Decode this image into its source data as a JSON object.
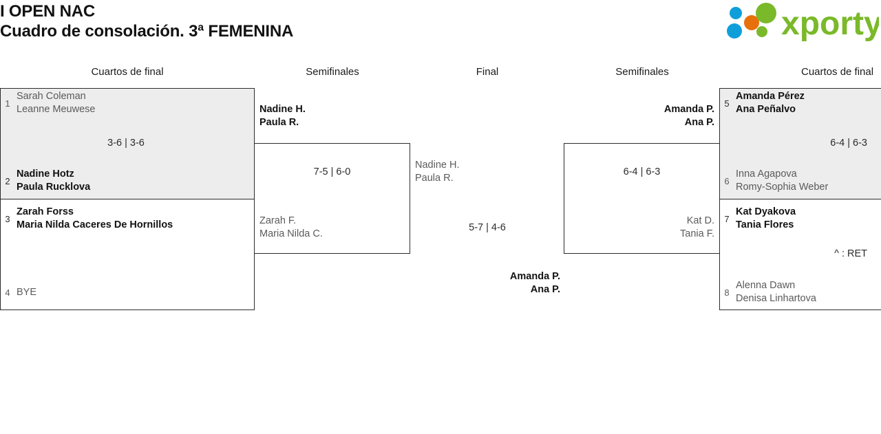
{
  "header": {
    "title_line1": "I OPEN NAC",
    "title_line2": "Cuadro de consolación. 3ª FEMENINA",
    "logo_text": "xporty",
    "logo_colors": {
      "green": "#7AB929",
      "blue": "#0E9FDB",
      "orange": "#E8700A"
    }
  },
  "rounds": [
    {
      "label": "Cuartos de final"
    },
    {
      "label": "Semifinales"
    },
    {
      "label": "Final"
    },
    {
      "label": "Semifinales"
    },
    {
      "label": "Cuartos de final"
    }
  ],
  "bracket": {
    "left_quarterfinals": [
      {
        "top": {
          "seed": "1",
          "player1": "Sarah Coleman",
          "player2": "Leanne Meuwese",
          "result": "loser"
        },
        "bottom": {
          "seed": "2",
          "player1": "Nadine Hotz",
          "player2": "Paula Rucklova",
          "result": "winner"
        },
        "score": "3-6 | 3-6"
      },
      {
        "top": {
          "seed": "3",
          "player1": "Zarah Forss",
          "player2": "Maria Nilda Caceres De Hornillos",
          "result": "winner"
        },
        "bottom": {
          "seed": "4",
          "player1": "BYE",
          "player2": "",
          "result": "loser"
        },
        "score": ""
      }
    ],
    "left_semifinal": {
      "top": {
        "player1": "Nadine H.",
        "player2": "Paula R.",
        "result": "winner"
      },
      "bottom": {
        "player1": "Zarah F.",
        "player2": "Maria Nilda C.",
        "result": "loser"
      },
      "score": "7-5 | 6-0"
    },
    "final": {
      "left": {
        "player1": "Nadine H.",
        "player2": "Paula R.",
        "result": "loser"
      },
      "right": {
        "player1": "Amanda P.",
        "player2": "Ana P.",
        "result": "winner"
      },
      "score": "5-7 | 4-6"
    },
    "right_semifinal": {
      "top": {
        "player1": "Amanda P.",
        "player2": "Ana P.",
        "result": "winner"
      },
      "bottom": {
        "player1": "Kat D.",
        "player2": "Tania F.",
        "result": "loser"
      },
      "score": "6-4 | 6-3"
    },
    "right_quarterfinals": [
      {
        "top": {
          "seed": "5",
          "player1": "Amanda Pérez",
          "player2": "Ana Peñalvo",
          "result": "winner"
        },
        "bottom": {
          "seed": "6",
          "player1": "Inna Agapova",
          "player2": "Romy-Sophia Weber",
          "result": "loser"
        },
        "score": "6-4 | 6-3"
      },
      {
        "top": {
          "seed": "7",
          "player1": "Kat Dyakova",
          "player2": "Tania Flores",
          "result": "winner"
        },
        "bottom": {
          "seed": "8",
          "player1": "Alenna Dawn",
          "player2": "Denisa Linhartova",
          "result": "loser"
        },
        "score": "^ : RET"
      }
    ]
  }
}
